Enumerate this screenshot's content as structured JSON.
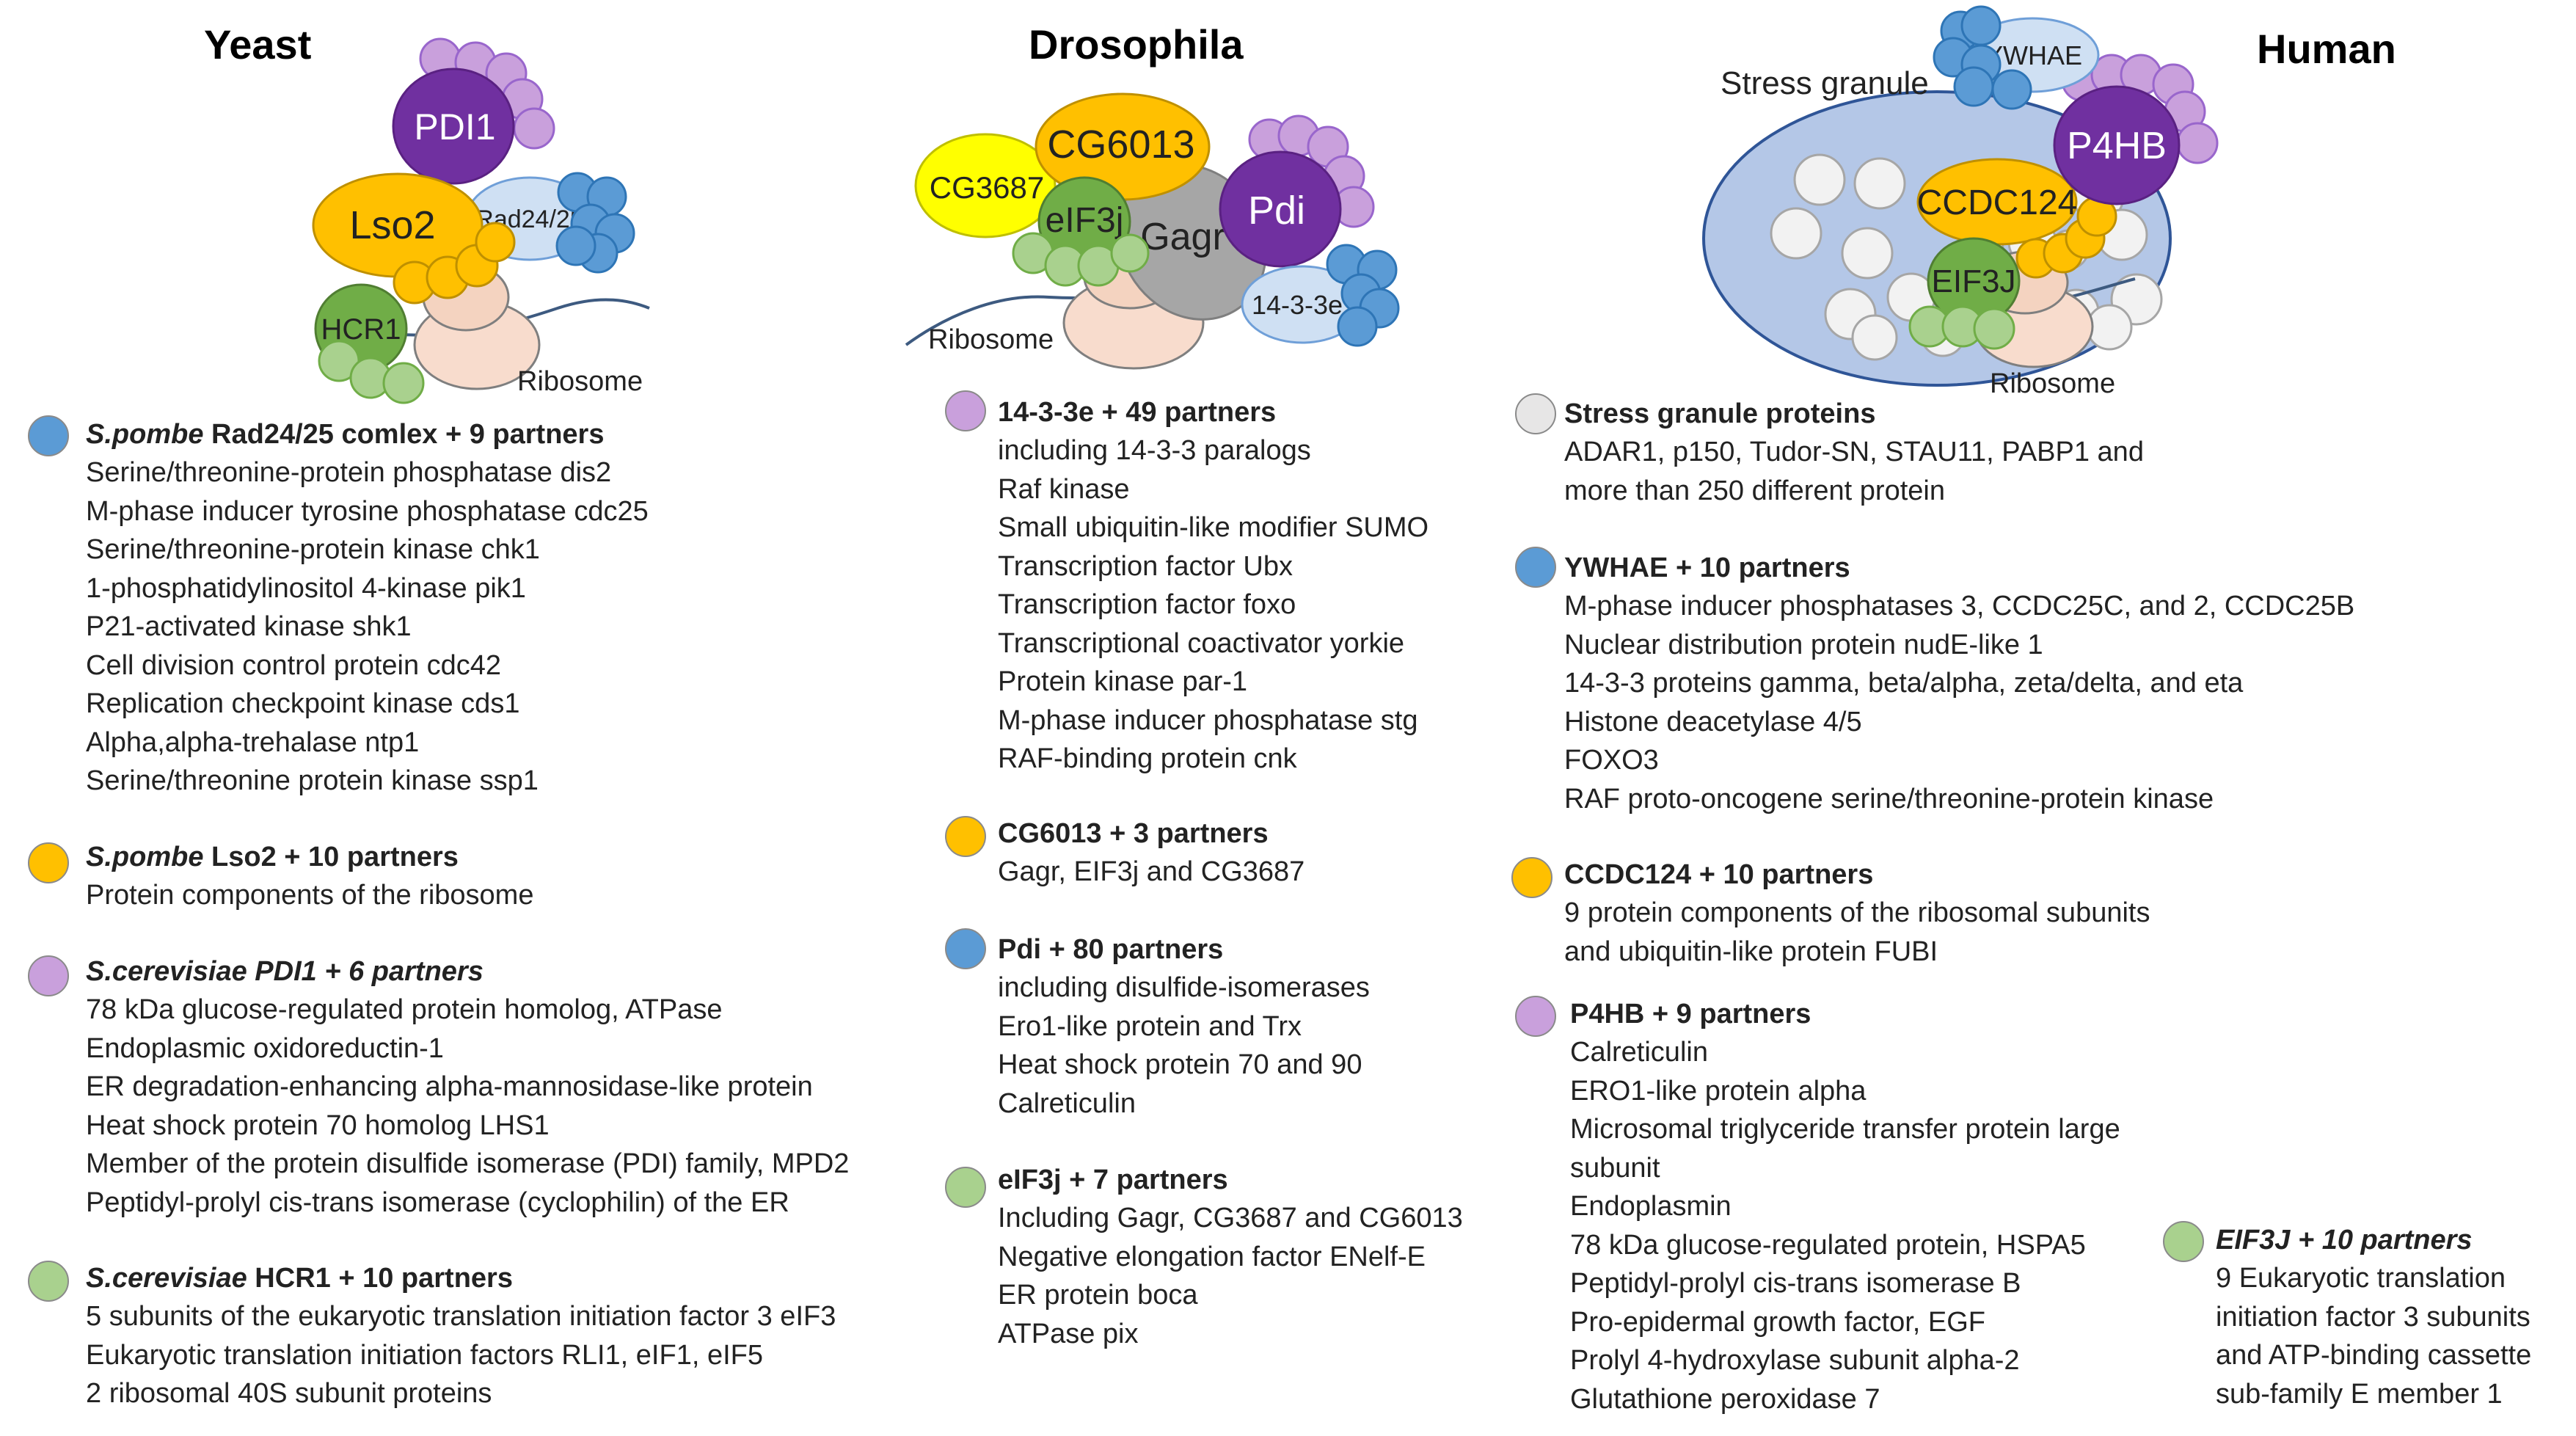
{
  "titles": {
    "yeast": "Yeast",
    "drosophila": "Drosophila",
    "human": "Human"
  },
  "diagram_labels": {
    "yeast": {
      "pdi1": "PDI1",
      "lso2": "Lso2",
      "rad": "Rad24/25",
      "hcr1": "HCR1",
      "ribosome": "Ribosome"
    },
    "drosophila": {
      "cg6013": "CG6013",
      "cg3687": "CG3687",
      "eif3j": "eIF3j",
      "gagr": "Gagr",
      "pdi": "Pdi",
      "e1433": "14-3-3e",
      "ribosome": "Ribosome"
    },
    "human": {
      "ywhae": "YWHAE",
      "stress_granule": "Stress granule",
      "p4hb": "P4HB",
      "ccdc124": "CCDC124",
      "eif3j": "EIF3J",
      "ribosome": "Ribosome"
    }
  },
  "colors": {
    "blue": "#5b9bd5",
    "orange": "#ffc000",
    "purple": "#c9a0dc",
    "green": "#a9d18e",
    "gray": "#e7e6e6",
    "dark_purple": "#7030a0",
    "dark_green": "#70ad47",
    "yellow": "#ffff00",
    "granule_bg": "#b4c7e7"
  },
  "sections": {
    "yeast": [
      {
        "color": "blue",
        "head_italic": "S.pombe",
        "head_rest": " Rad24/25 comlex + 9 partners",
        "items": [
          "Serine/threonine-protein phosphatase dis2",
          "M-phase inducer tyrosine phosphatase cdc25",
          "Serine/threonine-protein kinase chk1",
          "1-phosphatidylinositol 4-kinase pik1",
          "P21-activated kinase shk1",
          "Cell division control protein cdc42",
          "Replication checkpoint kinase cds1",
          "Alpha,alpha-trehalase ntp1",
          "Serine/threonine protein kinase ssp1"
        ]
      },
      {
        "color": "orange",
        "head_italic": "S.pombe",
        "head_rest": " Lso2 + 10 partners",
        "items": [
          "Protein components of the ribosome"
        ]
      },
      {
        "color": "purple",
        "head_italic": "S.cerevisiae",
        "head_rest": " PDI1 + 6 partners",
        "items": [
          "78 kDa glucose-regulated protein homolog, ATPase",
          "Endoplasmic oxidoreductin-1",
          "ER degradation-enhancing alpha-mannosidase-like protein",
          "Heat shock protein 70 homolog LHS1",
          "Member of the protein disulfide isomerase (PDI) family, MPD2",
          "Peptidyl-prolyl cis-trans isomerase (cyclophilin) of the ER"
        ]
      },
      {
        "color": "green",
        "head_italic": "S.cerevisiae",
        "head_rest": " HCR1 + 10 partners",
        "items": [
          "5 subunits of the eukaryotic translation initiation factor 3 eIF3",
          "Eukaryotic translation initiation factors RLI1, eIF1, eIF5",
          "2 ribosomal 40S subunit proteins"
        ]
      }
    ],
    "drosophila": [
      {
        "color": "purple",
        "head_italic": "",
        "head_rest": "14-3-3e + 49 partners",
        "items": [
          "including 14-3-3 paralogs",
          "Raf kinase",
          "Small ubiquitin-like modifier SUMO",
          "Transcription factor Ubx",
          "Transcription factor foxo",
          "Transcriptional coactivator yorkie",
          "Protein kinase par-1",
          "M-phase inducer phosphatase stg",
          "RAF-binding protein cnk"
        ]
      },
      {
        "color": "orange",
        "head_italic": "",
        "head_rest": "CG6013 + 3 partners",
        "items": [
          "Gagr, EIF3j and CG3687"
        ]
      },
      {
        "color": "blue",
        "head_italic": "",
        "head_rest": "Pdi + 80 partners",
        "items": [
          "including disulfide-isomerases",
          "Ero1-like protein and Trx",
          "Heat shock protein 70 and 90",
          "Calreticulin"
        ]
      },
      {
        "color": "green",
        "head_italic": "",
        "head_rest": "eIF3j + 7 partners",
        "items": [
          "Including Gagr, CG3687 and CG6013",
          "Negative elongation factor ENelf-E",
          "ER protein boca",
          "ATPase pix"
        ]
      }
    ],
    "human": [
      {
        "color": "gray",
        "head_italic": "",
        "head_rest": "Stress granule proteins",
        "items": [
          "ADAR1, p150, Tudor-SN, STAU11, PABP1 and",
          "more than 250 different protein"
        ]
      },
      {
        "color": "blue",
        "head_italic": "",
        "head_rest": "YWHAE + 10 partners",
        "items": [
          "M-phase inducer phosphatases 3, CCDC25C, and 2, CCDC25B",
          "Nuclear distribution protein nudE-like 1",
          "14-3-3 proteins gamma, beta/alpha, zeta/delta, and eta",
          "Histone deacetylase 4/5",
          "FOXO3",
          "RAF proto-oncogene serine/threonine-protein kinase"
        ]
      },
      {
        "color": "orange",
        "head_italic": "",
        "head_rest": "CCDC124 + 10 partners",
        "items": [
          "9 protein components of the ribosomal subunits",
          "and ubiquitin-like protein FUBI"
        ]
      },
      {
        "color": "purple",
        "head_italic": "",
        "head_rest": "P4HB + 9 partners",
        "items": [
          "Calreticulin",
          "ERO1-like protein alpha",
          "Microsomal triglyceride transfer protein large",
          "subunit",
          "Endoplasmin",
          "78 kDa glucose-regulated protein, HSPA5",
          "Peptidyl-prolyl cis-trans isomerase B",
          "Pro-epidermal growth factor, EGF",
          "Prolyl 4-hydroxylase subunit alpha-2",
          "Glutathione peroxidase 7"
        ]
      },
      {
        "color": "green",
        "head_italic": "EIF3J + 10 partners",
        "head_rest": "",
        "items": [
          "9 Eukaryotic translation",
          "initiation factor 3 subunits",
          "and ATP-binding cassette",
          "sub-family E member 1"
        ]
      }
    ]
  }
}
